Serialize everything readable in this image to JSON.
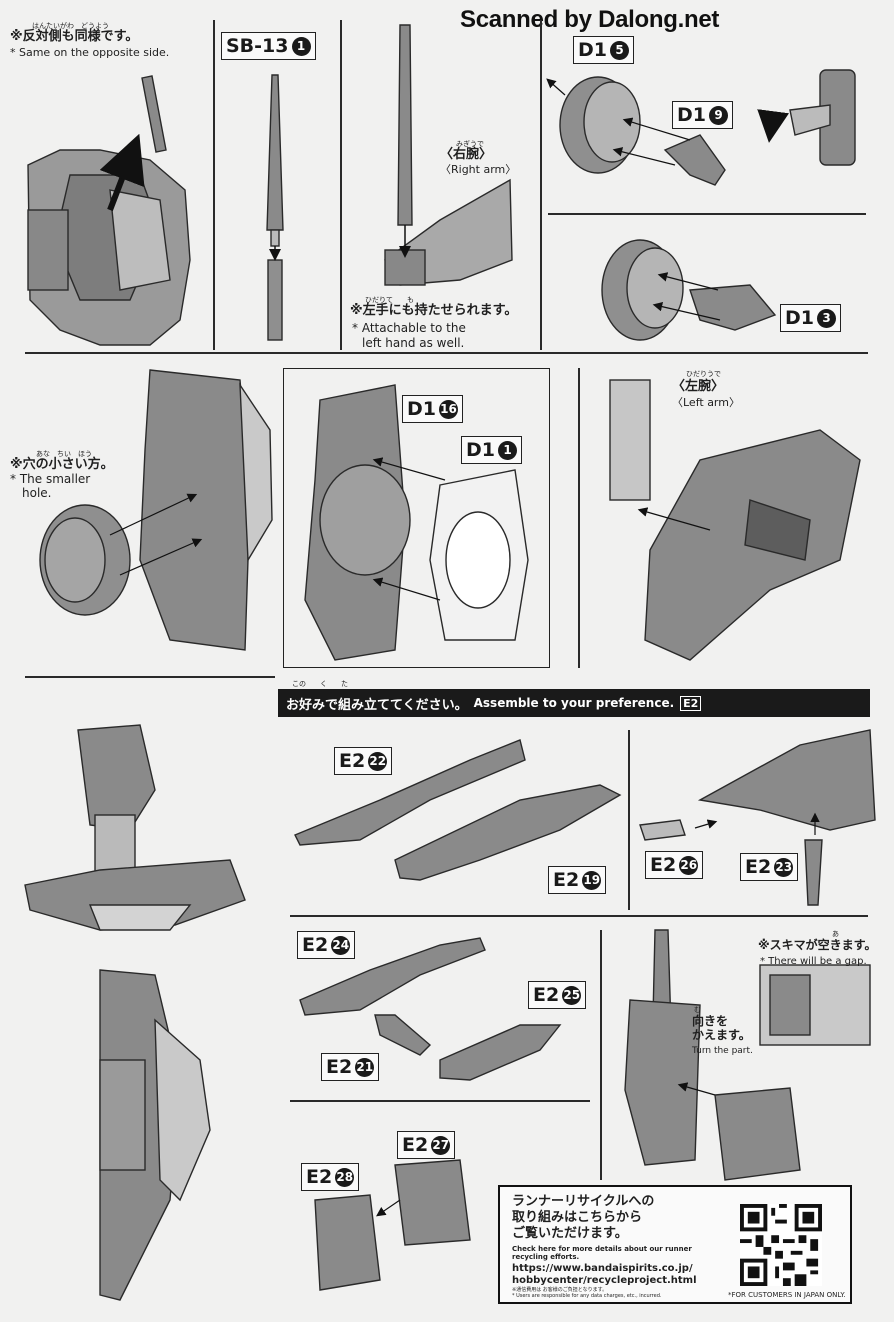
{
  "watermark": "Scanned by Dalong.net",
  "notes": {
    "opposite_jp": "※反対側も同様です。",
    "opposite_ruby": "はんたいがわ　どうよう",
    "opposite_en": "* Same on the opposite side.",
    "right_arm_jp": "〈右腕〉",
    "right_arm_ruby": "みぎうで",
    "right_arm_en": "〈Right arm〉",
    "left_hand_jp": "※左手にも持たせられます。",
    "left_hand_ruby": "ひだりて　　も",
    "left_hand_en1": "* Attachable to the",
    "left_hand_en2": "left hand as well.",
    "smaller_jp": "※穴の小さい方。",
    "smaller_ruby": "あな　ちい　ほう",
    "smaller_en1": "* The smaller",
    "smaller_en2": "hole.",
    "left_arm_jp": "〈左腕〉",
    "left_arm_ruby": "ひだりうで",
    "left_arm_en": "〈Left arm〉",
    "gap_jp": "※スキマが空きます。",
    "gap_ruby": "あ",
    "gap_en": "* There will be a gap.",
    "turn_jp1": "向きを",
    "turn_jp2": "かえます。",
    "turn_ruby": "む",
    "turn_en": "Turn the part."
  },
  "banner": {
    "jp": "お好みで組み立ててください。",
    "ruby": "この　　く　　た",
    "en": "Assemble to your preference.",
    "tag": "E2"
  },
  "labels": {
    "sb13": {
      "text": "SB-13",
      "num": "1"
    },
    "d15": {
      "text": "D1",
      "num": "5"
    },
    "d19": {
      "text": "D1",
      "num": "9"
    },
    "d13": {
      "text": "D1",
      "num": "3"
    },
    "d116": {
      "text": "D1",
      "num": "16"
    },
    "d11": {
      "text": "D1",
      "num": "1"
    },
    "e222": {
      "text": "E2",
      "num": "22"
    },
    "e219": {
      "text": "E2",
      "num": "19"
    },
    "e226": {
      "text": "E2",
      "num": "26"
    },
    "e223": {
      "text": "E2",
      "num": "23"
    },
    "e224": {
      "text": "E2",
      "num": "24"
    },
    "e225": {
      "text": "E2",
      "num": "25"
    },
    "e221": {
      "text": "E2",
      "num": "21"
    },
    "e227": {
      "text": "E2",
      "num": "27"
    },
    "e228": {
      "text": "E2",
      "num": "28"
    }
  },
  "recycle": {
    "jp1": "ランナーリサイクルへの",
    "jp2": "取り組みはこちらから",
    "jp3": "ご覧いただけます。",
    "en1": "Check here for more details about our runner",
    "en2": "recycling efforts.",
    "url1": "https://www.bandaispirits.co.jp/",
    "url2": "hobbycenter/recycleproject.html",
    "fine_jp": "※通信費用は お客様のご負担となります。",
    "fine_en": "* Users are responsible for any data charges, etc., incurred.",
    "japan_only": "*FOR CUSTOMERS IN JAPAN ONLY."
  }
}
